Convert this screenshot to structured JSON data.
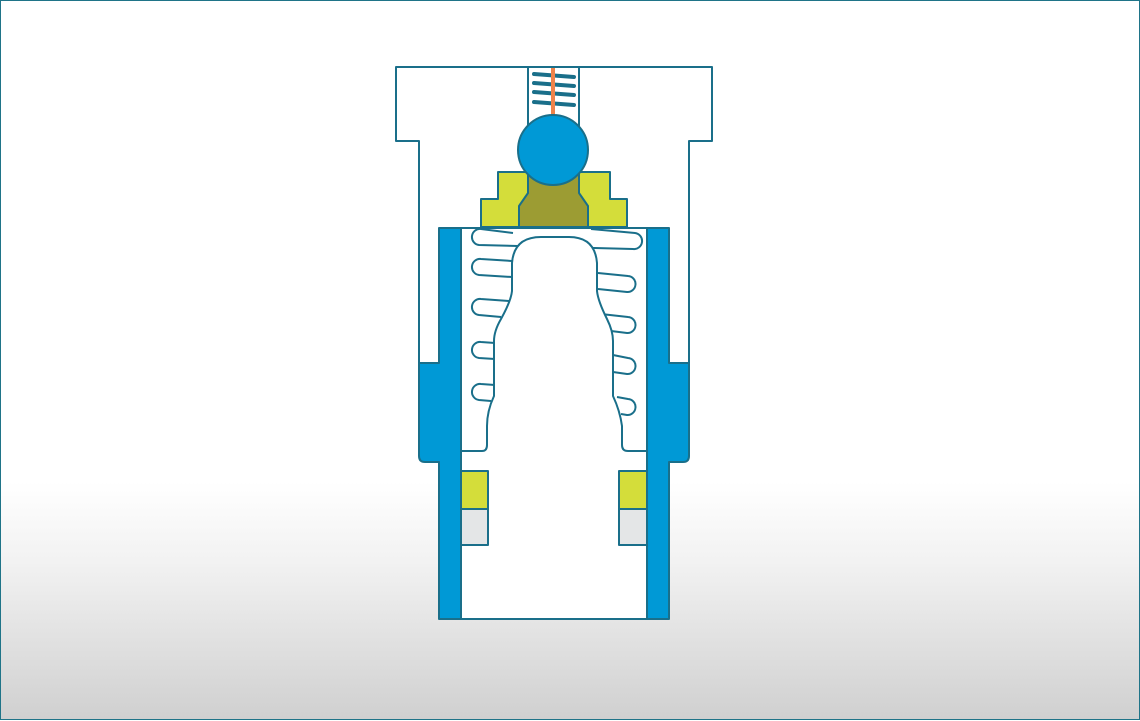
{
  "diagram": {
    "colors": {
      "outline": "#1a6f8a",
      "sleeve_blue": "#0099d6",
      "ball_blue": "#0099d6",
      "seat_yellow": "#d4dd3a",
      "seat_core_olive": "#9c9c33",
      "ring_grey": "#e4e6e7",
      "spring_rod_orange": "#f0834a",
      "background_bottom": "#d0d0d0"
    },
    "parts": [
      "housing",
      "top-spring",
      "rod",
      "ball",
      "valve-seat",
      "seat-core",
      "sleeve",
      "collar",
      "plunger",
      "coil-spring",
      "seal-rings"
    ]
  }
}
